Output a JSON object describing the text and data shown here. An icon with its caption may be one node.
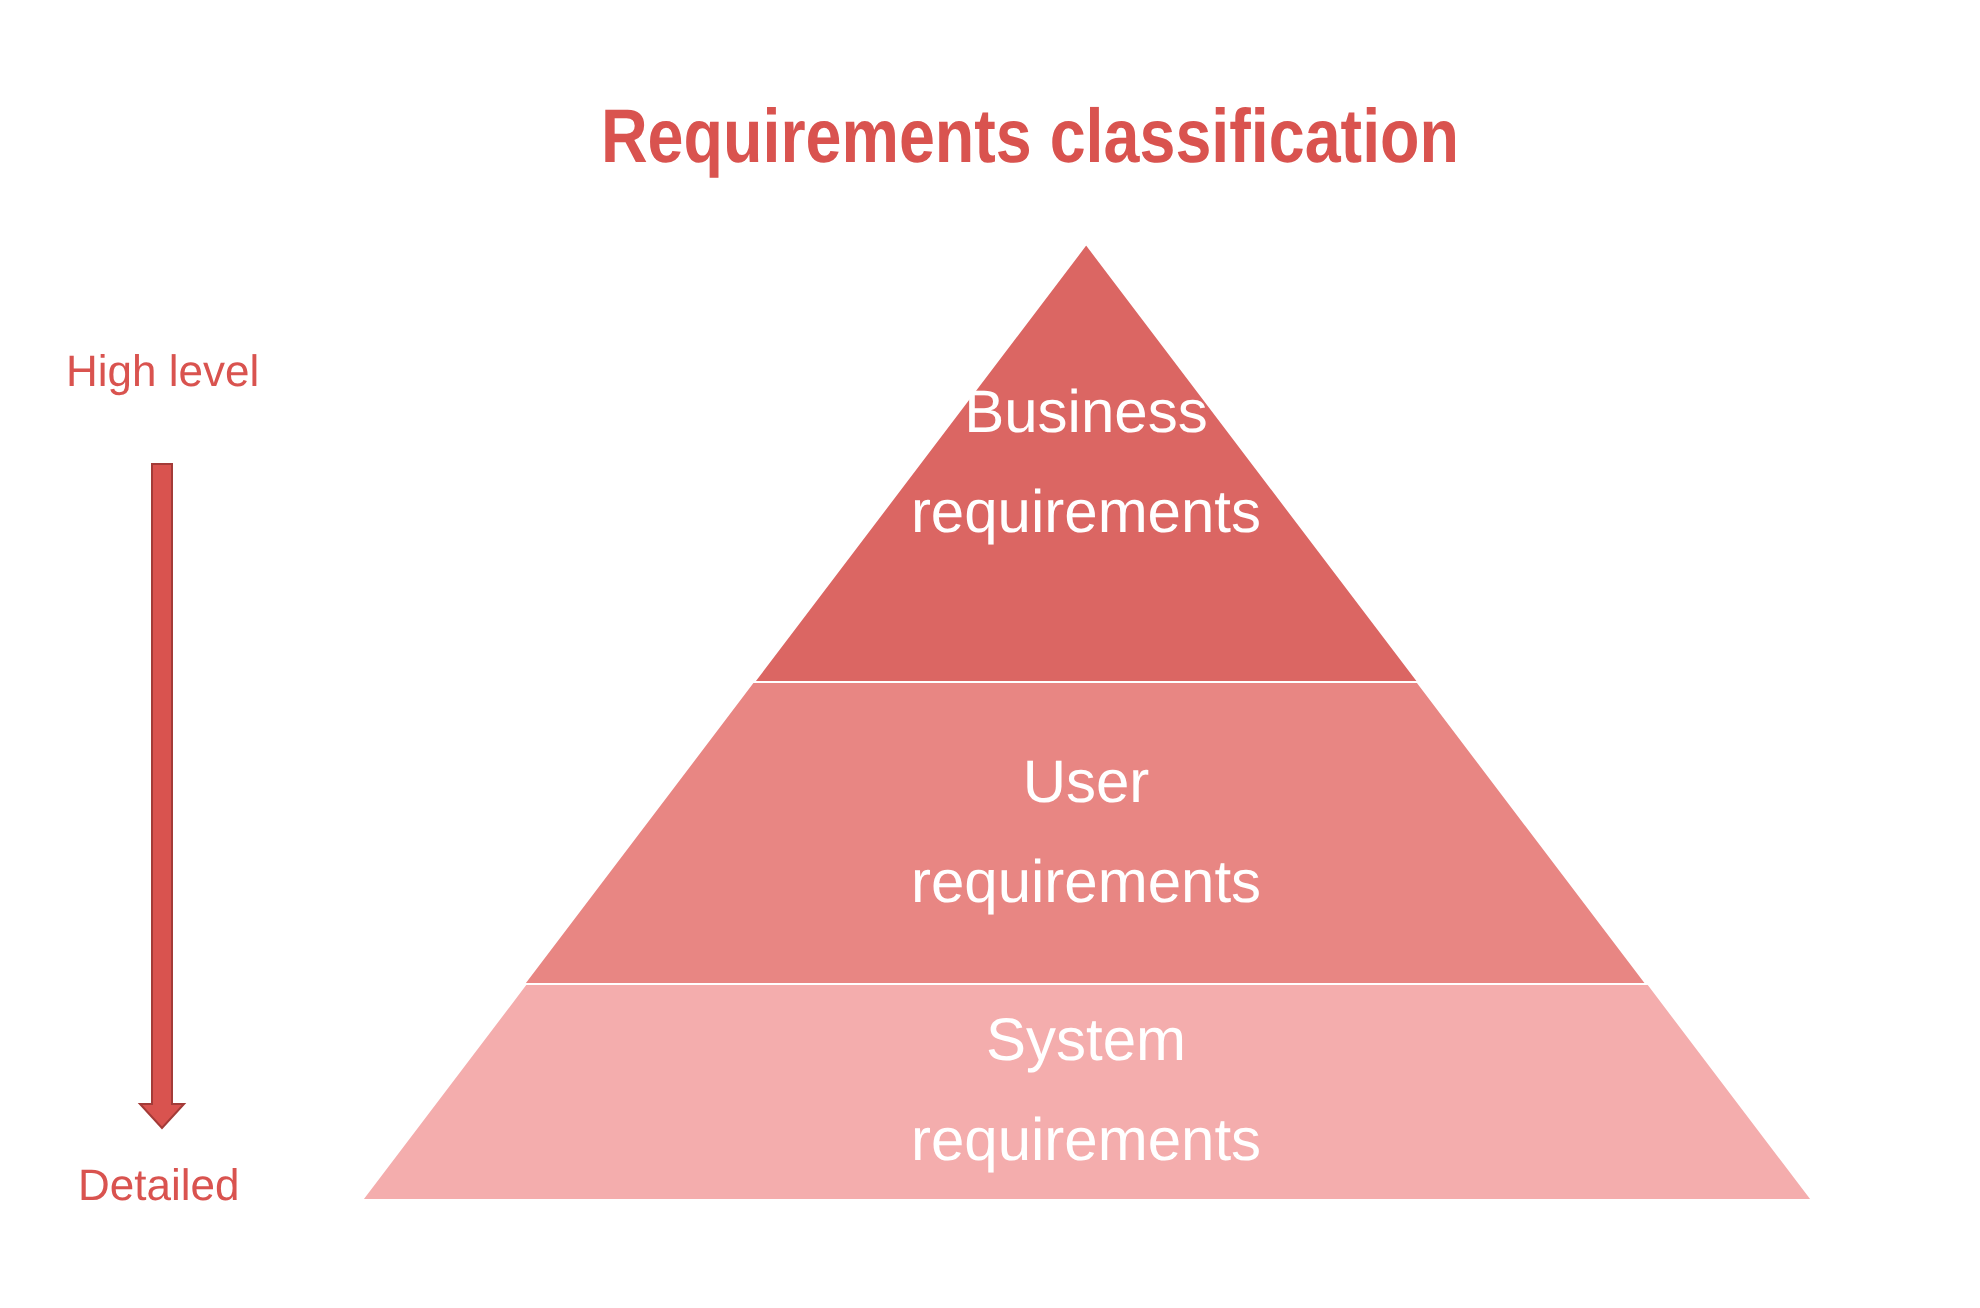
{
  "diagram": {
    "title": "Requirements classification",
    "nodes": [
      {
        "text": [
          "Business requirements"
        ]
      },
      {
        "text": [
          "User requirements"
        ]
      },
      {
        "text": [
          "System requirements"
        ]
      }
    ],
    "labels": [
      "High level",
      "Detailed"
    ]
  }
}
